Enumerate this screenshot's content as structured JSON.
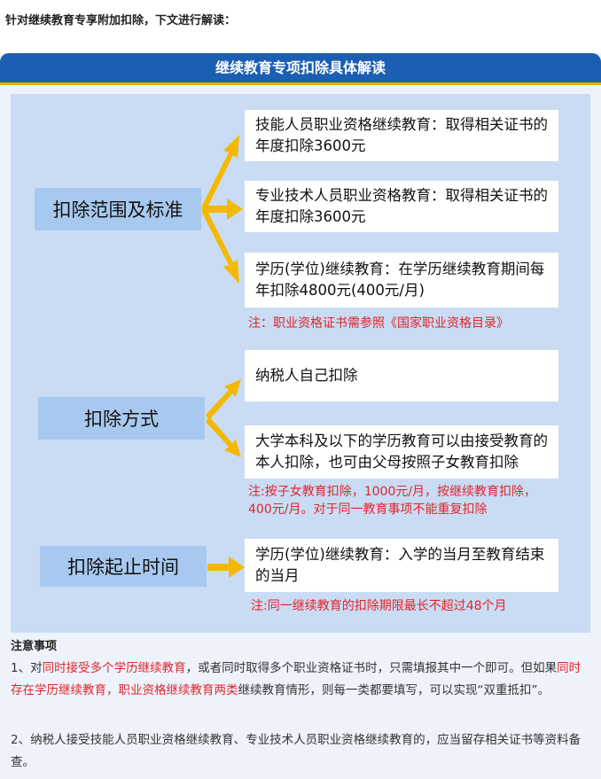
{
  "intro": "针对继续教育专享附加扣除，下文进行解读：",
  "banner_title": "继续教育专项扣除具体解读",
  "sections": {
    "scope": {
      "label": "扣除范围及标准",
      "items": [
        "技能人员职业资格继续教育：取得相关证书的年度扣除3600元",
        "专业技术人员职业资格教育：取得相关证书的年度扣除3600元",
        "学历(学位)继续教育：在学历继续教育期间每年扣除4800元(400元/月)"
      ],
      "note": "注：职业资格证书需参照《国家职业资格目录》"
    },
    "method": {
      "label": "扣除方式",
      "items": [
        "纳税人自己扣除",
        "大学本科及以下的学历教育可以由接受教育的本人扣除，也可由父母按照子女教育扣除"
      ],
      "note": "注:按子女教育扣除，1000元/月，按继续教育扣除，400元/月。对于同一教育事项不能重复扣除"
    },
    "period": {
      "label": "扣除起止时间",
      "items": [
        "学历(学位)继续教育：入学的当月至教育结束的当月"
      ],
      "note": "注:同一继续教育的扣除期限最长不超过48个月"
    }
  },
  "notes": {
    "title": "注意事项",
    "p1": {
      "a": "1、对",
      "b": "同时接受多个学历继续教育",
      "c": "，或者同时取得多个职业资格证书时，只需填报其中一个即可。但如果",
      "d": "同时存在学历继续教育，职业资格继续教育两类",
      "e": "继续教育情形，则每一类都要填写，可以实现“双重抵扣”。"
    },
    "p2": "2、纳税人接受技能人员职业资格继续教育、专业技术人员职业资格继续教育的，应当留存相关证书等资料备查。"
  },
  "colors": {
    "banner": "#1b5fb3",
    "banner_border": "#f2a900",
    "panel": "#c9dcf3",
    "label_bg": "#a8c9ef",
    "arrow": "#f5b800",
    "note_red": "#e0252b"
  }
}
